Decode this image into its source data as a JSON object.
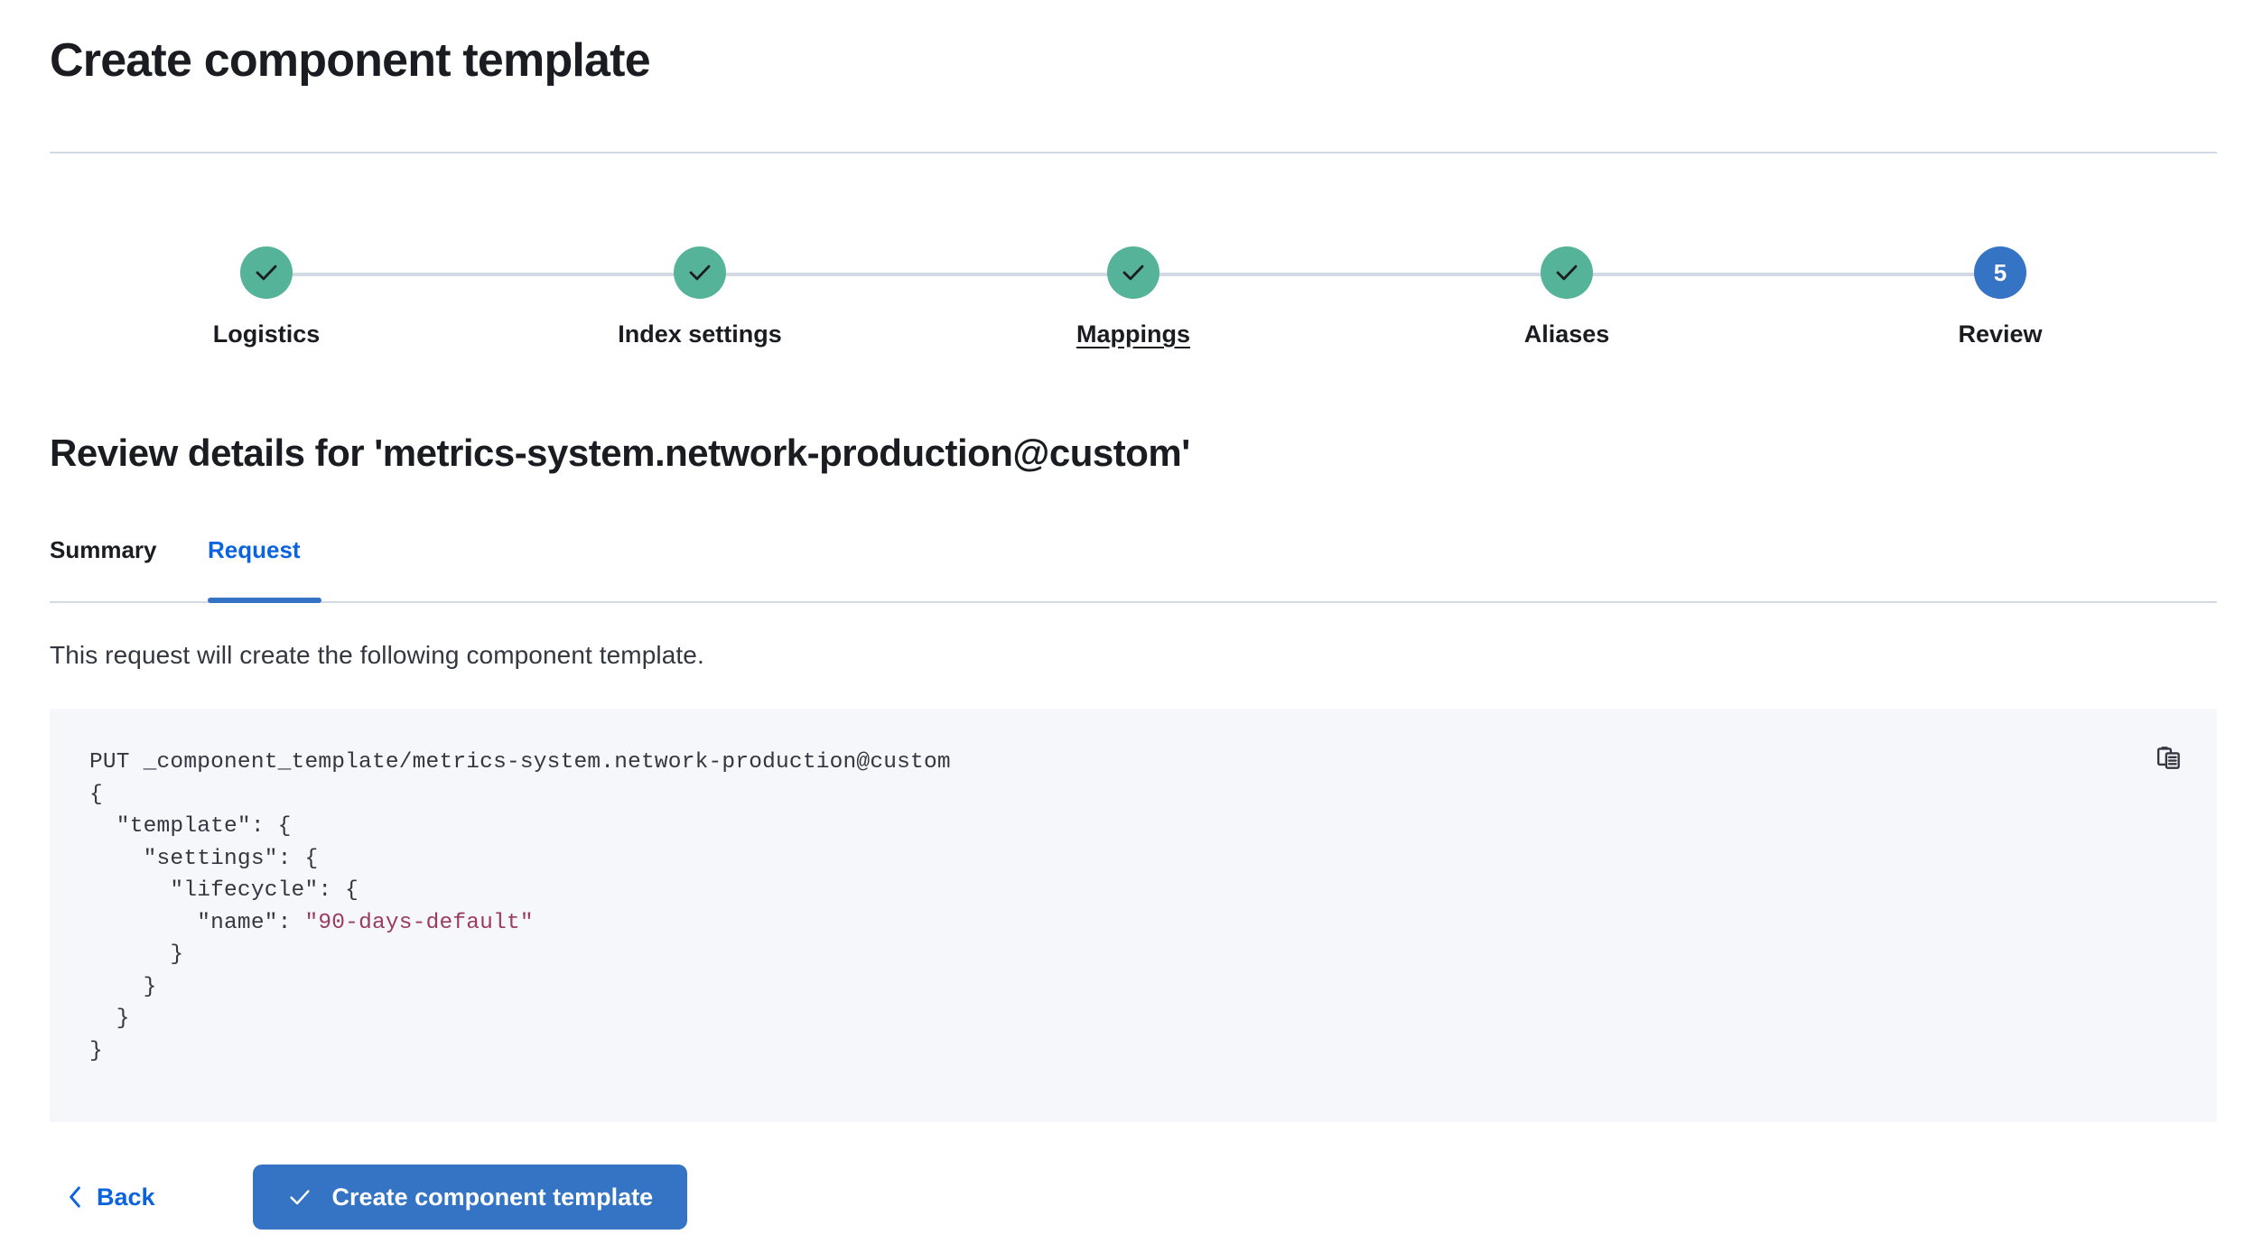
{
  "header": {
    "title": "Create component template"
  },
  "stepper": {
    "steps": [
      {
        "label": "Logistics",
        "state": "complete",
        "icon": "check-icon",
        "number": "1",
        "hovered": false
      },
      {
        "label": "Index settings",
        "state": "complete",
        "icon": "check-icon",
        "number": "2",
        "hovered": false
      },
      {
        "label": "Mappings",
        "state": "complete",
        "icon": "check-icon",
        "number": "3",
        "hovered": true
      },
      {
        "label": "Aliases",
        "state": "complete",
        "icon": "check-icon",
        "number": "4",
        "hovered": false
      },
      {
        "label": "Review",
        "state": "current",
        "icon": "",
        "number": "5",
        "hovered": false
      }
    ]
  },
  "review": {
    "heading": "Review details for 'metrics-system.network-production@custom'",
    "tabs": [
      {
        "label": "Summary",
        "active": false
      },
      {
        "label": "Request",
        "active": true
      }
    ],
    "description": "This request will create the following component template."
  },
  "code": {
    "method_line": "PUT _component_template/metrics-system.network-production@custom",
    "lines": [
      "{",
      "  \"template\": {",
      "    \"settings\": {",
      "      \"lifecycle\": {",
      "        \"name\": ",
      "      }",
      "    }",
      "  }",
      "}"
    ],
    "string_value": "\"90-days-default\"",
    "copy_icon": "copy-clipboard-icon"
  },
  "footer": {
    "back_label": "Back",
    "back_icon": "chevron-left-icon",
    "create_label": "Create component template",
    "create_icon": "check-icon"
  },
  "colors": {
    "accent_blue": "#3573C4",
    "link_blue": "#0B64DD",
    "complete_teal": "#54B399",
    "code_bg": "#F5F7FA",
    "string_red": "#9C3B62",
    "divider": "#D3DAE6",
    "text_dark": "#1A1C21"
  }
}
